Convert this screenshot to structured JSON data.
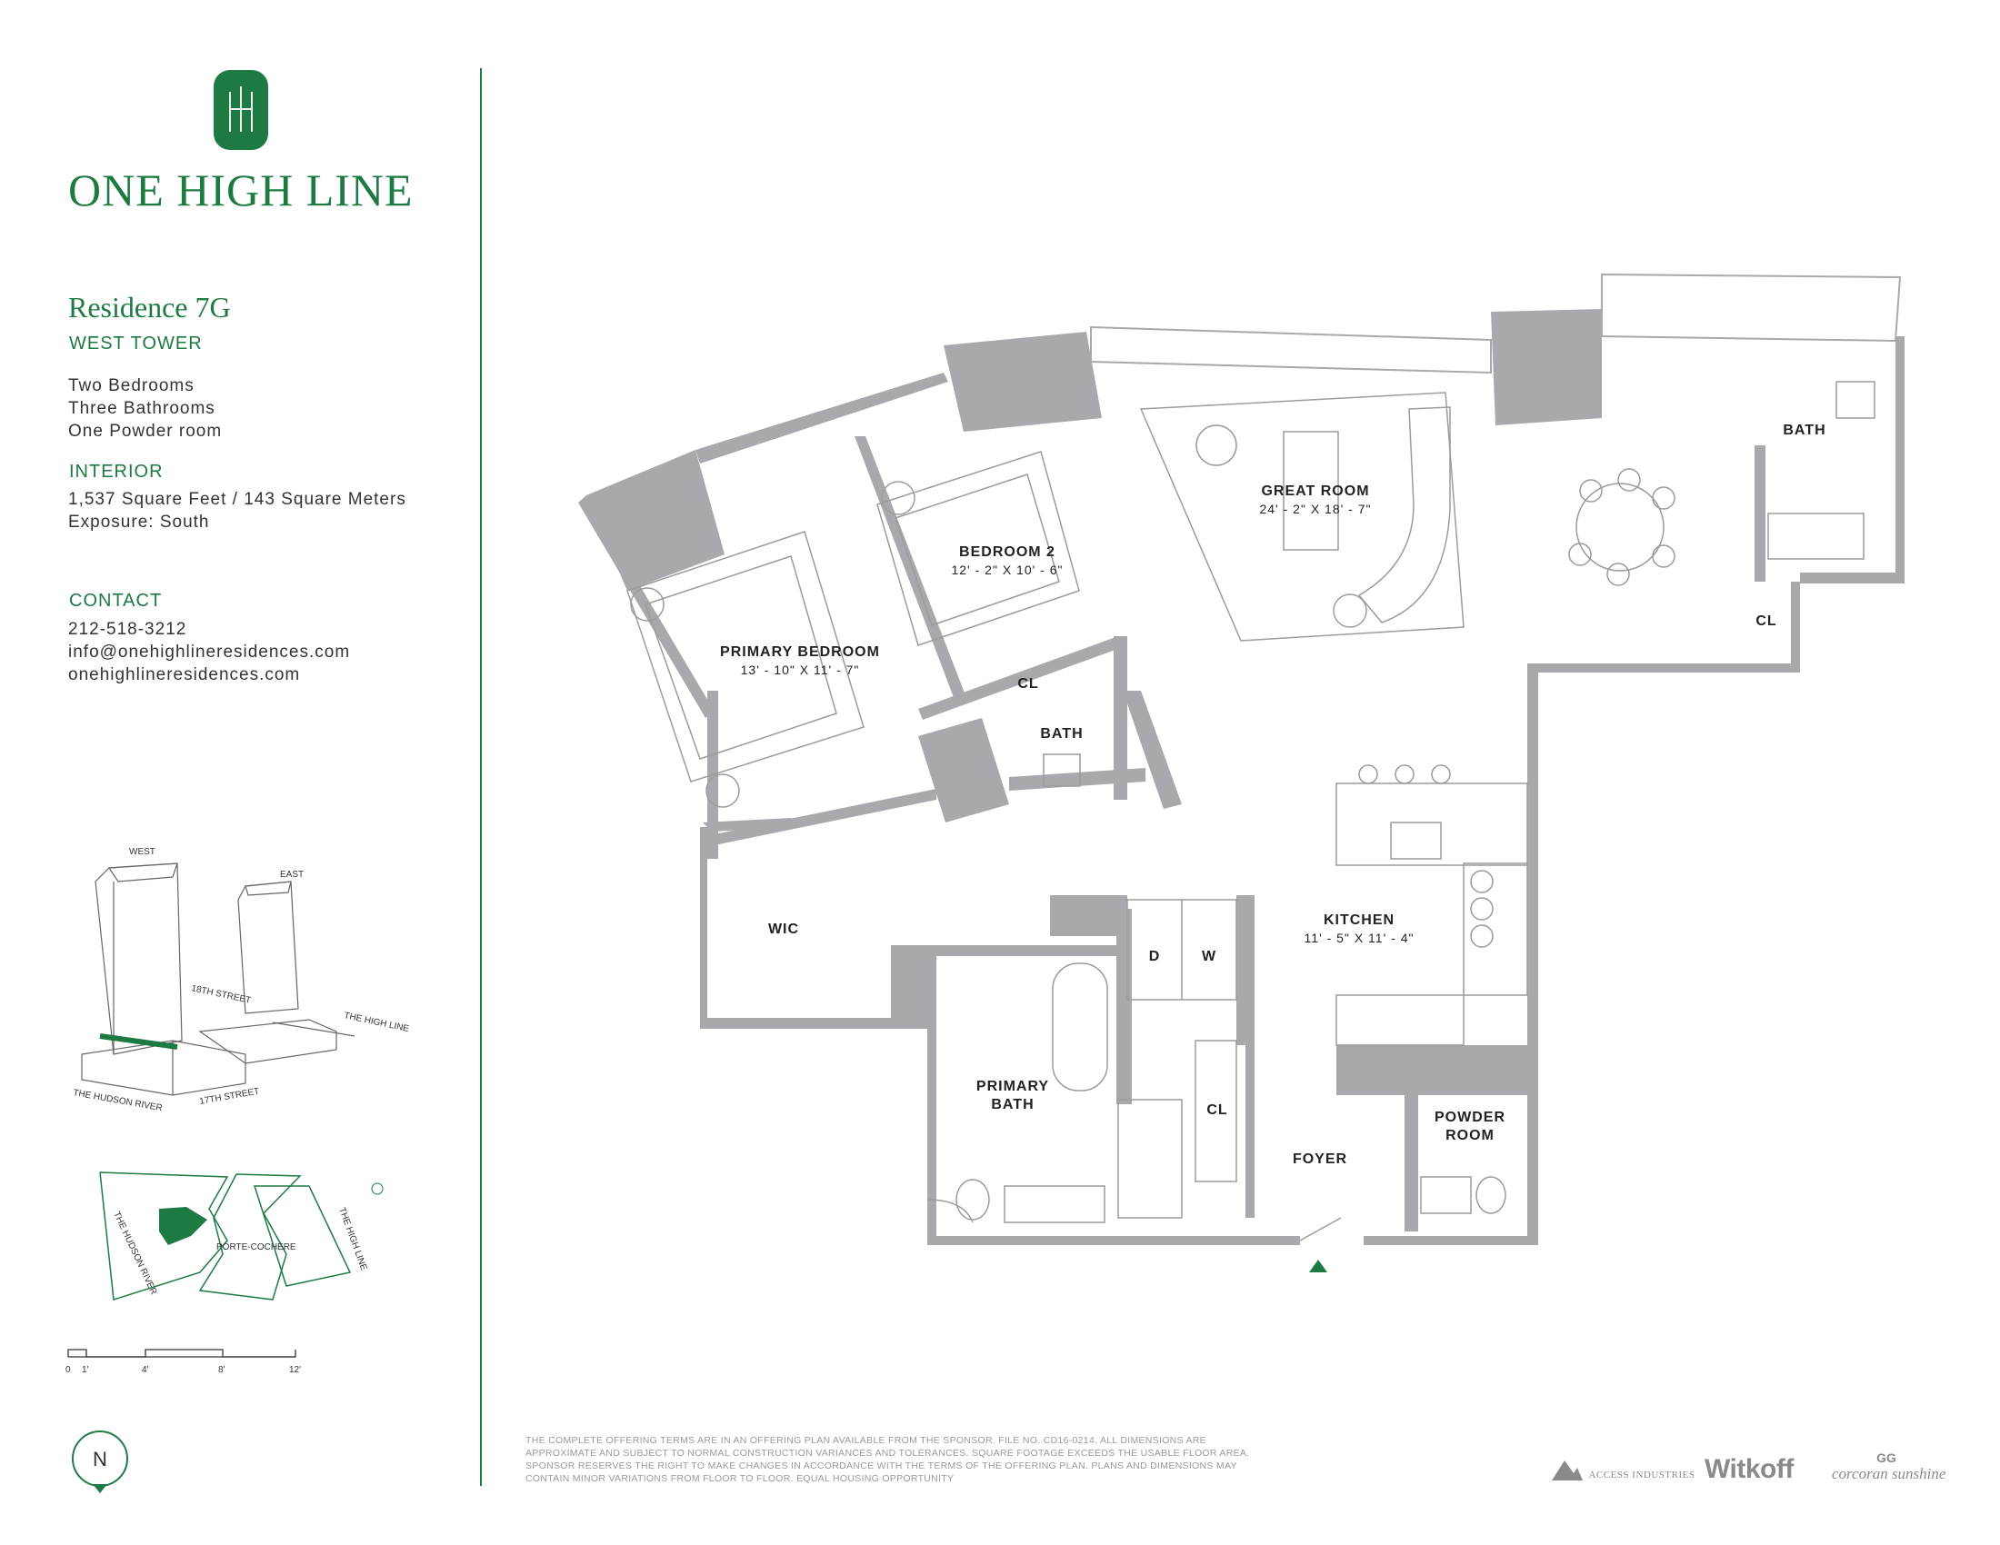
{
  "brand": {
    "name": "ONE HIGH LINE",
    "logo_color": "#1e7a43"
  },
  "residence": {
    "title": "Residence 7G",
    "tower": "WEST TOWER",
    "details": [
      "Two Bedrooms",
      "Three Bathrooms",
      "One Powder room"
    ]
  },
  "interior": {
    "heading": "INTERIOR",
    "lines": [
      "1,537 Square Feet / 143 Square Meters",
      "Exposure: South"
    ]
  },
  "contact": {
    "heading": "CONTACT",
    "phone": "212-518-3212",
    "email": "info@onehighlineresidences.com",
    "website": "onehighlineresidences.com"
  },
  "building_sketch": {
    "labels": {
      "west": "WEST",
      "east": "EAST",
      "street_18": "18TH STREET",
      "high_line": "THE HIGH LINE",
      "hudson": "THE HUDSON RIVER",
      "street_17": "17TH STREET"
    }
  },
  "site_map": {
    "labels": {
      "hudson": "THE HUDSON RIVER",
      "porte_cochere": "PORTE-COCHERE",
      "high_line": "THE HIGH LINE"
    }
  },
  "scale": {
    "ticks": [
      "0",
      "1'",
      "4'",
      "8'",
      "12'"
    ]
  },
  "north_label": "N",
  "floor_plan": {
    "rooms": {
      "primary_bedroom": {
        "name": "PRIMARY BEDROOM",
        "dim": "13' - 10\" X 11' - 7\""
      },
      "bedroom_2": {
        "name": "BEDROOM 2",
        "dim": "12' - 2\" X 10' - 6\""
      },
      "great_room": {
        "name": "GREAT ROOM",
        "dim": "24' - 2\" X 18' - 7\""
      },
      "kitchen": {
        "name": "KITCHEN",
        "dim": "11' - 5\" X 11' - 4\""
      },
      "bath_top_right": "BATH",
      "bath_middle": "BATH",
      "closet_top_right": "CL",
      "closet_bedroom2": "CL",
      "closet_foyer": "CL",
      "wic": "WIC",
      "primary_bath_line1": "PRIMARY",
      "primary_bath_line2": "BATH",
      "foyer": "FOYER",
      "powder_room_line1": "POWDER",
      "powder_room_line2": "ROOM",
      "dryer": "D",
      "washer": "W"
    },
    "wall_color": "#a7a9ac",
    "entry_marker_color": "#1e7a43"
  },
  "disclaimer": "THE COMPLETE OFFERING TERMS ARE IN AN OFFERING PLAN AVAILABLE FROM THE SPONSOR. FILE NO. CD16-0214. ALL DIMENSIONS ARE APPROXIMATE AND SUBJECT TO NORMAL CONSTRUCTION VARIANCES AND TOLERANCES. SQUARE FOOTAGE EXCEEDS THE USABLE FLOOR AREA. SPONSOR RESERVES THE RIGHT TO MAKE CHANGES IN ACCORDANCE WITH THE TERMS OF THE OFFERING PLAN. PLANS AND DIMENSIONS MAY CONTAIN MINOR VARIATIONS FROM FLOOR TO FLOOR. EQUAL HOUSING OPPORTUNITY",
  "partners": {
    "access": "ACCESS INDUSTRIES",
    "witkoff": "Witkoff",
    "corcoran_mark": "GG",
    "corcoran": "corcoran sunshine"
  }
}
